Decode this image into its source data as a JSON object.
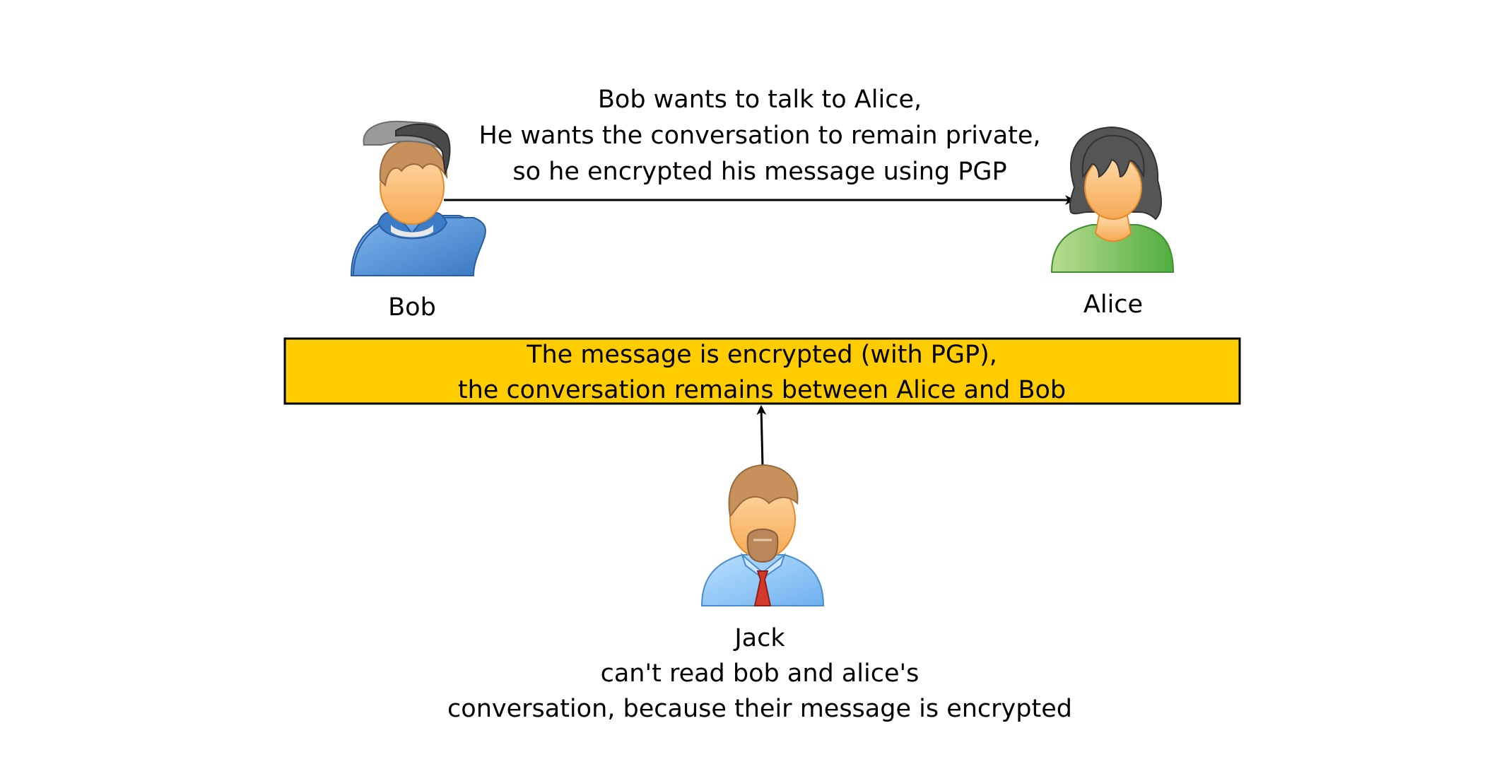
{
  "diagram": {
    "top_note": {
      "line1": "Bob wants to talk to Alice,",
      "line2": "He wants the conversation to remain private,",
      "line3": "so he encrypted his message using PGP"
    },
    "actors": {
      "bob": {
        "label": "Bob",
        "icon": "user-cap-hoodie-icon",
        "hoodie_color": "#5b9bd5"
      },
      "alice": {
        "label": "Alice",
        "icon": "user-female-icon",
        "shirt_color": "#6ac259"
      },
      "jack": {
        "label": "Jack",
        "icon": "user-tie-beard-icon",
        "caption_line1": "can't read bob and alice's",
        "caption_line2": "conversation, because their message is encrypted",
        "shirt_color": "#8ec5f5"
      }
    },
    "status_box": {
      "line1": "The message is encrypted (with PGP),",
      "line2": "the conversation remains between Alice and Bob",
      "fill": "#ffcc00"
    }
  }
}
